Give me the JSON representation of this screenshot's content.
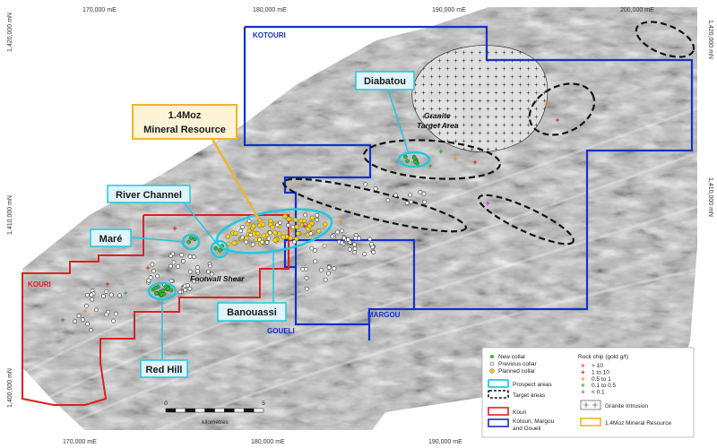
{
  "grid": {
    "easting_top": [
      "170,000 mE",
      "180,000 mE",
      "190,000 mE",
      "200,000 mE"
    ],
    "easting_bottom": [
      "170,000 mE",
      "180,000 mE",
      "190,000 mE"
    ],
    "northing_left": [
      "1,420,000 mN",
      "1,410,000 mN",
      "1,400,000 mN"
    ],
    "northing_right": [
      "1,420,000 mN",
      "1,410,000 mN"
    ]
  },
  "tenements": {
    "kotouri": "KOTOURI",
    "kouri": "KOURI",
    "margou": "MARGOU",
    "goueli": "GOUELI"
  },
  "prospects": {
    "diabatou": "Diabatou",
    "mineral_resource_line1": "1.4Moz",
    "mineral_resource_line2": "Mineral Resource",
    "river_channel": "River Channel",
    "mare": "Maré",
    "banouassi": "Banouassi",
    "red_hill": "Red Hill"
  },
  "features": {
    "granite_line1": "Granite",
    "granite_line2": "Target Area",
    "footwall_shear": "Footwall Shear"
  },
  "scale_bar": {
    "start": "0",
    "end": "5",
    "unit": "kilometres"
  },
  "legend": {
    "collars": {
      "new": "New collar",
      "previous": "Previous collar",
      "planned": "Planned collar"
    },
    "rock_chip_title": "Rock chip (gold g/t)",
    "rock_chip": [
      {
        "range": "> 10",
        "color": "#d633d6"
      },
      {
        "range": "1   to  10",
        "color": "#e02020"
      },
      {
        "range": "0.5  to  1",
        "color": "#f08c1a"
      },
      {
        "range": "0.1  to  0.5",
        "color": "#2e9e2e"
      },
      {
        "range": "< 0.1",
        "color": "#777777"
      }
    ],
    "prospect_areas": "Prospect areas",
    "target_areas": "Target areas",
    "granite_intrusion": "Granite Intrusion",
    "kouri": "Kouri",
    "kotouri_margou_goueli_line1": "Kotouri, Margou",
    "kotouri_margou_goueli_line2": "and Goueli",
    "mineral_resource": "1.4Moz Mineral Resource"
  },
  "colors": {
    "kouri_boundary": "#e01f1f",
    "kotouri_boundary": "#1430c8",
    "prospect_area": "#22c8e0",
    "callout_fill": "#dff4fb",
    "resource_callout_fill": "#fff3d6",
    "resource_callout_border": "#f0b429",
    "new_collar": "#37b737",
    "planned_collar": "#f2d21a"
  }
}
